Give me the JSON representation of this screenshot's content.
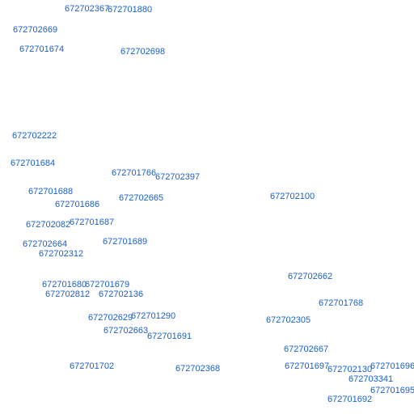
{
  "accent_color": "#1a5fc8",
  "labels": [
    "672702367",
    "672701880",
    "672702669",
    "672701674",
    "672702698",
    "672702222",
    "672701684",
    "672701766",
    "672702397",
    "672701688",
    "672702665",
    "672702100",
    "672701686",
    "672702082",
    "672701687",
    "672702664",
    "672701689",
    "672702312",
    "672702662",
    "672701680",
    "672701679",
    "672702812",
    "672702136",
    "672701768",
    "672702629",
    "672701290",
    "672702305",
    "672702663",
    "672701691",
    "672702667",
    "672701702",
    "672702368",
    "672701697",
    "672702130",
    "672701696",
    "672703341",
    "672701695",
    "672701692"
  ]
}
